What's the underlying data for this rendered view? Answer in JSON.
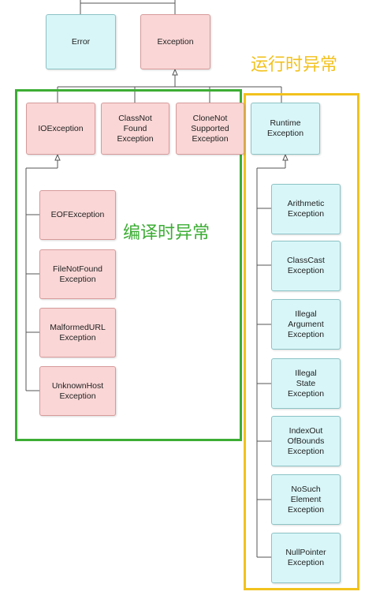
{
  "colors": {
    "compile_frame": "#3cad34",
    "runtime_frame": "#f2c21e",
    "checked_fill": "#fad6d6",
    "unchecked_fill": "#d8f6f8"
  },
  "regions": {
    "runtime_label": "运行时异常",
    "compile_label": "编译时异常"
  },
  "nodes": {
    "error": "Error",
    "exception": "Exception",
    "io_exception": "IOException",
    "class_not_found": "ClassNot\nFound\nException",
    "clone_not_supported": "CloneNot\nSupported\nException",
    "runtime_exception": "Runtime\nException",
    "eof_exception": "EOFException",
    "file_not_found": "FileNotFound\nException",
    "malformed_url": "MalformedURL\nException",
    "unknown_host": "UnknownHost\nException",
    "arithmetic": "Arithmetic\nException",
    "class_cast": "ClassCast\nException",
    "illegal_argument": "Illegal\nArgument\nException",
    "illegal_state": "Illegal\nState\nException",
    "index_out_of_bounds": "IndexOut\nOfBounds\nException",
    "no_such_element": "NoSuch\nElement\nException",
    "null_pointer": "NullPointer\nException"
  }
}
